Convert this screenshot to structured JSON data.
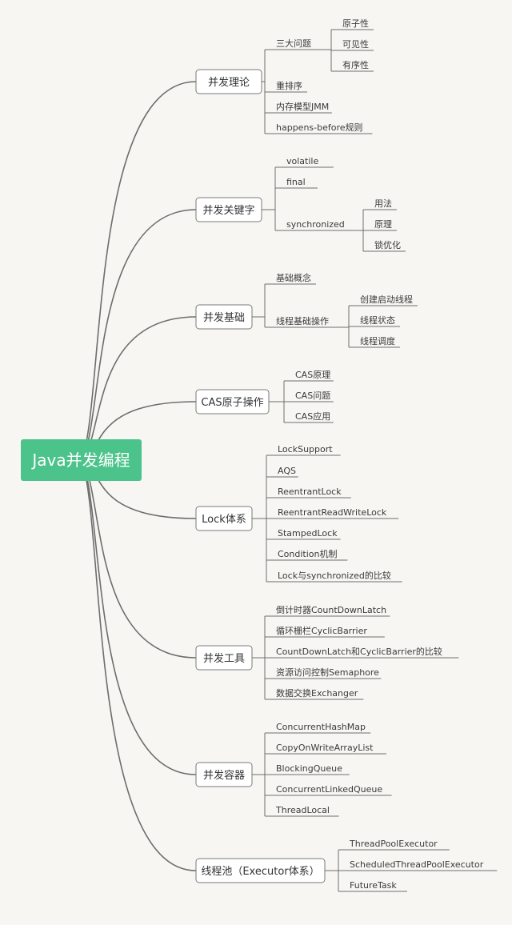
{
  "root": "Java并发编程",
  "colors": {
    "root_fill": "#4cc38a",
    "background": "#f7f6f3",
    "line": "#6d6d6d"
  },
  "branches": [
    {
      "label": "并发理论",
      "children": [
        {
          "label": "三大问题",
          "children": [
            "原子性",
            "可见性",
            "有序性"
          ]
        },
        {
          "label": "重排序"
        },
        {
          "label": "内存模型JMM"
        },
        {
          "label": "happens-before规则"
        }
      ]
    },
    {
      "label": "并发关键字",
      "children": [
        {
          "label": "volatile"
        },
        {
          "label": "final"
        },
        {
          "label": "synchronized",
          "children": [
            "用法",
            "原理",
            "锁优化"
          ]
        }
      ]
    },
    {
      "label": "并发基础",
      "children": [
        {
          "label": "基础概念"
        },
        {
          "label": "线程基础操作",
          "children": [
            "创建启动线程",
            "线程状态",
            "线程调度"
          ]
        }
      ]
    },
    {
      "label": "CAS原子操作",
      "children": [
        {
          "label": "CAS原理"
        },
        {
          "label": "CAS问题"
        },
        {
          "label": "CAS应用"
        }
      ]
    },
    {
      "label": "Lock体系",
      "children": [
        {
          "label": "LockSupport"
        },
        {
          "label": "AQS"
        },
        {
          "label": "ReentrantLock"
        },
        {
          "label": "ReentrantReadWriteLock"
        },
        {
          "label": "StampedLock"
        },
        {
          "label": "Condition机制"
        },
        {
          "label": "Lock与synchronized的比较"
        }
      ]
    },
    {
      "label": "并发工具",
      "children": [
        {
          "label": "倒计时器CountDownLatch"
        },
        {
          "label": "循环栅栏CyclicBarrier"
        },
        {
          "label": "CountDownLatch和CyclicBarrier的比较"
        },
        {
          "label": "资源访问控制Semaphore"
        },
        {
          "label": "数据交换Exchanger"
        }
      ]
    },
    {
      "label": "并发容器",
      "children": [
        {
          "label": "ConcurrentHashMap"
        },
        {
          "label": "CopyOnWriteArrayList"
        },
        {
          "label": "BlockingQueue"
        },
        {
          "label": "ConcurrentLinkedQueue"
        },
        {
          "label": "ThreadLocal"
        }
      ]
    },
    {
      "label": "线程池（Executor体系）",
      "children": [
        {
          "label": "ThreadPoolExecutor"
        },
        {
          "label": "ScheduledThreadPoolExecutor"
        },
        {
          "label": "FutureTask"
        }
      ]
    }
  ]
}
